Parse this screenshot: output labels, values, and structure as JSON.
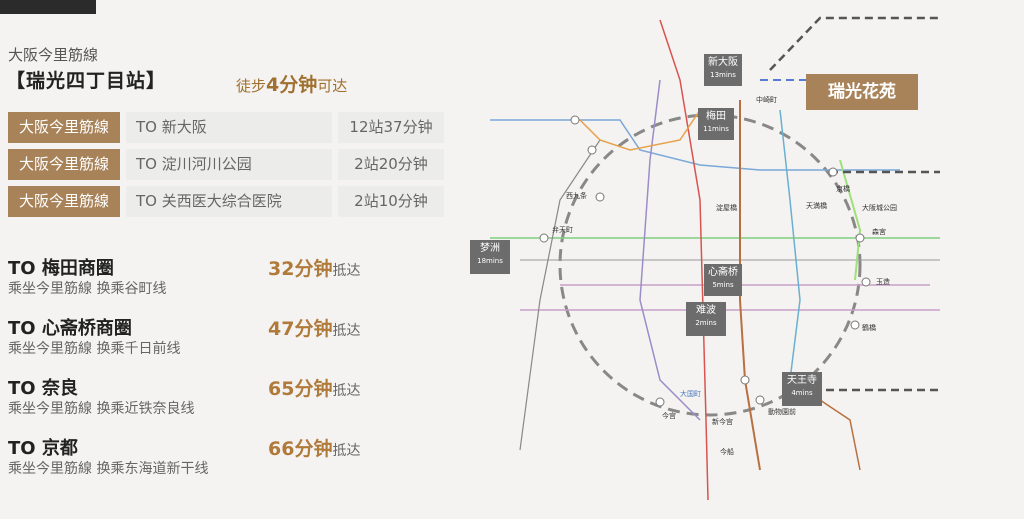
{
  "header": {
    "line_name": "大阪今里筋線",
    "station": "【瑞光四丁目站】",
    "walk_prefix": "徒步",
    "walk_value": "4分钟",
    "walk_suffix": "可达"
  },
  "routes": [
    {
      "line": "大阪今里筋線",
      "dest": "TO 新大阪",
      "time": "12站37分钟"
    },
    {
      "line": "大阪今里筋線",
      "dest": "TO 淀川河川公园",
      "time": "2站20分钟"
    },
    {
      "line": "大阪今里筋線",
      "dest": "TO 关西医大综合医院",
      "time": "2站10分钟"
    }
  ],
  "destinations": [
    {
      "title": "TO 梅田商圈",
      "sub": "乘坐今里筋線  换乘谷町线",
      "mins": "32分钟",
      "suffix": "抵达"
    },
    {
      "title": "TO 心斋桥商圈",
      "sub": "乘坐今里筋線  换乘千日前线",
      "mins": "47分钟",
      "suffix": "抵达"
    },
    {
      "title": "TO 奈良",
      "sub": "乘坐今里筋線  换乘近铁奈良线",
      "mins": "65分钟",
      "suffix": "抵达"
    },
    {
      "title": "TO 京都",
      "sub": "乘坐今里筋線  换乘东海道新干线",
      "mins": "66分钟",
      "suffix": "抵达"
    }
  ],
  "map": {
    "highlight": "瑞光花苑",
    "hubs": [
      {
        "name": "新大阪",
        "dur": "13mins"
      },
      {
        "name": "梅田",
        "dur": "11mins"
      },
      {
        "name": "心斋桥",
        "dur": "5mins"
      },
      {
        "name": "难波",
        "dur": "2mins"
      },
      {
        "name": "天王寺",
        "dur": "4mins"
      },
      {
        "name": "梦洲",
        "dur": "18mins"
      }
    ],
    "labels": {
      "kyobashi": "京橋",
      "morinomiya": "森宮",
      "nishikujo": "西九条",
      "bentencho": "弁天町",
      "yodoyabashi": "淀屋橋",
      "tenmabashi": "天満橋",
      "tamatsukuri": "玉造",
      "tsuruhashi": "鶴橋",
      "osakajo": "大阪城公园",
      "imamiya": "今宫",
      "shinimamiya": "新今宫",
      "nakazakicho": "中崎町",
      "daikokucho": "大国町",
      "imaike": "今船",
      "dobutsuen": "動物園前"
    }
  }
}
